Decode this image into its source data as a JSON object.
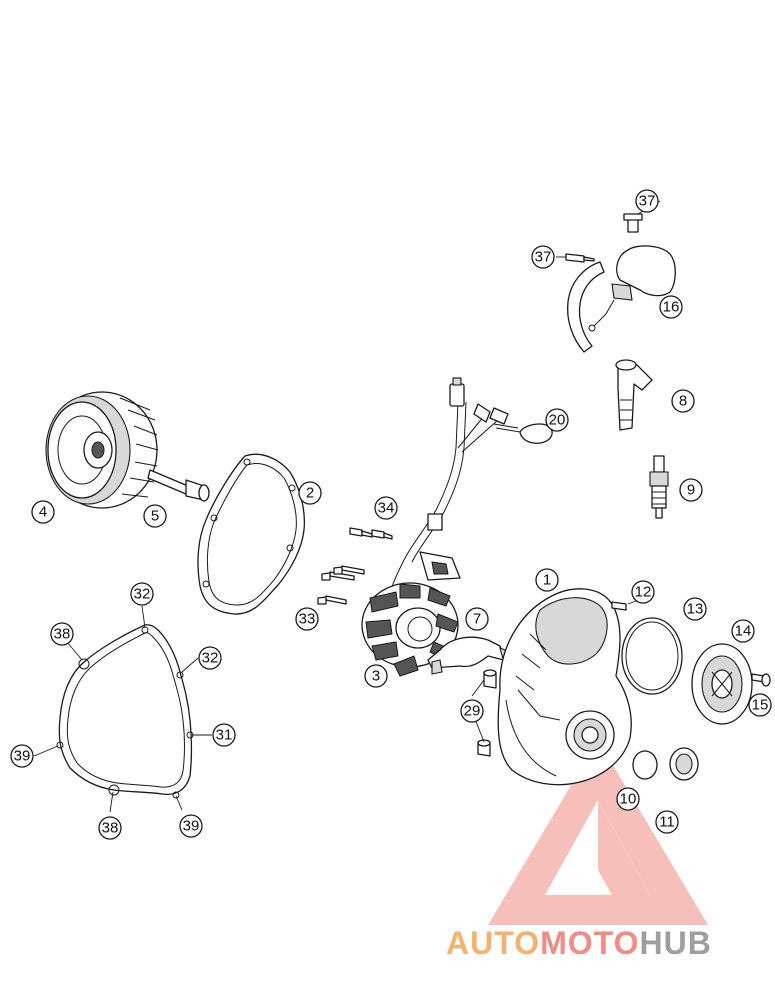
{
  "labels": {
    "p1": "1",
    "p2": "2",
    "p3": "3",
    "p4": "4",
    "p5": "5",
    "p7": "7",
    "p8": "8",
    "p9": "9",
    "p10": "10",
    "p11": "11",
    "p12": "12",
    "p13": "13",
    "p14": "14",
    "p15": "15",
    "p16": "16",
    "p20": "20",
    "p29": "29",
    "p31": "31",
    "p32a": "32",
    "p32b": "32",
    "p33": "33",
    "p34": "34",
    "p37a": "37",
    "p37b": "37",
    "p38a": "38",
    "p38b": "38",
    "p39a": "39",
    "p39b": "39"
  },
  "watermark": {
    "part1": "AUTO",
    "part2": "MOTO",
    "part3": "HUB",
    "color1": "#f6b26b",
    "color2": "#f28b82",
    "color3": "#9e9e9e"
  }
}
